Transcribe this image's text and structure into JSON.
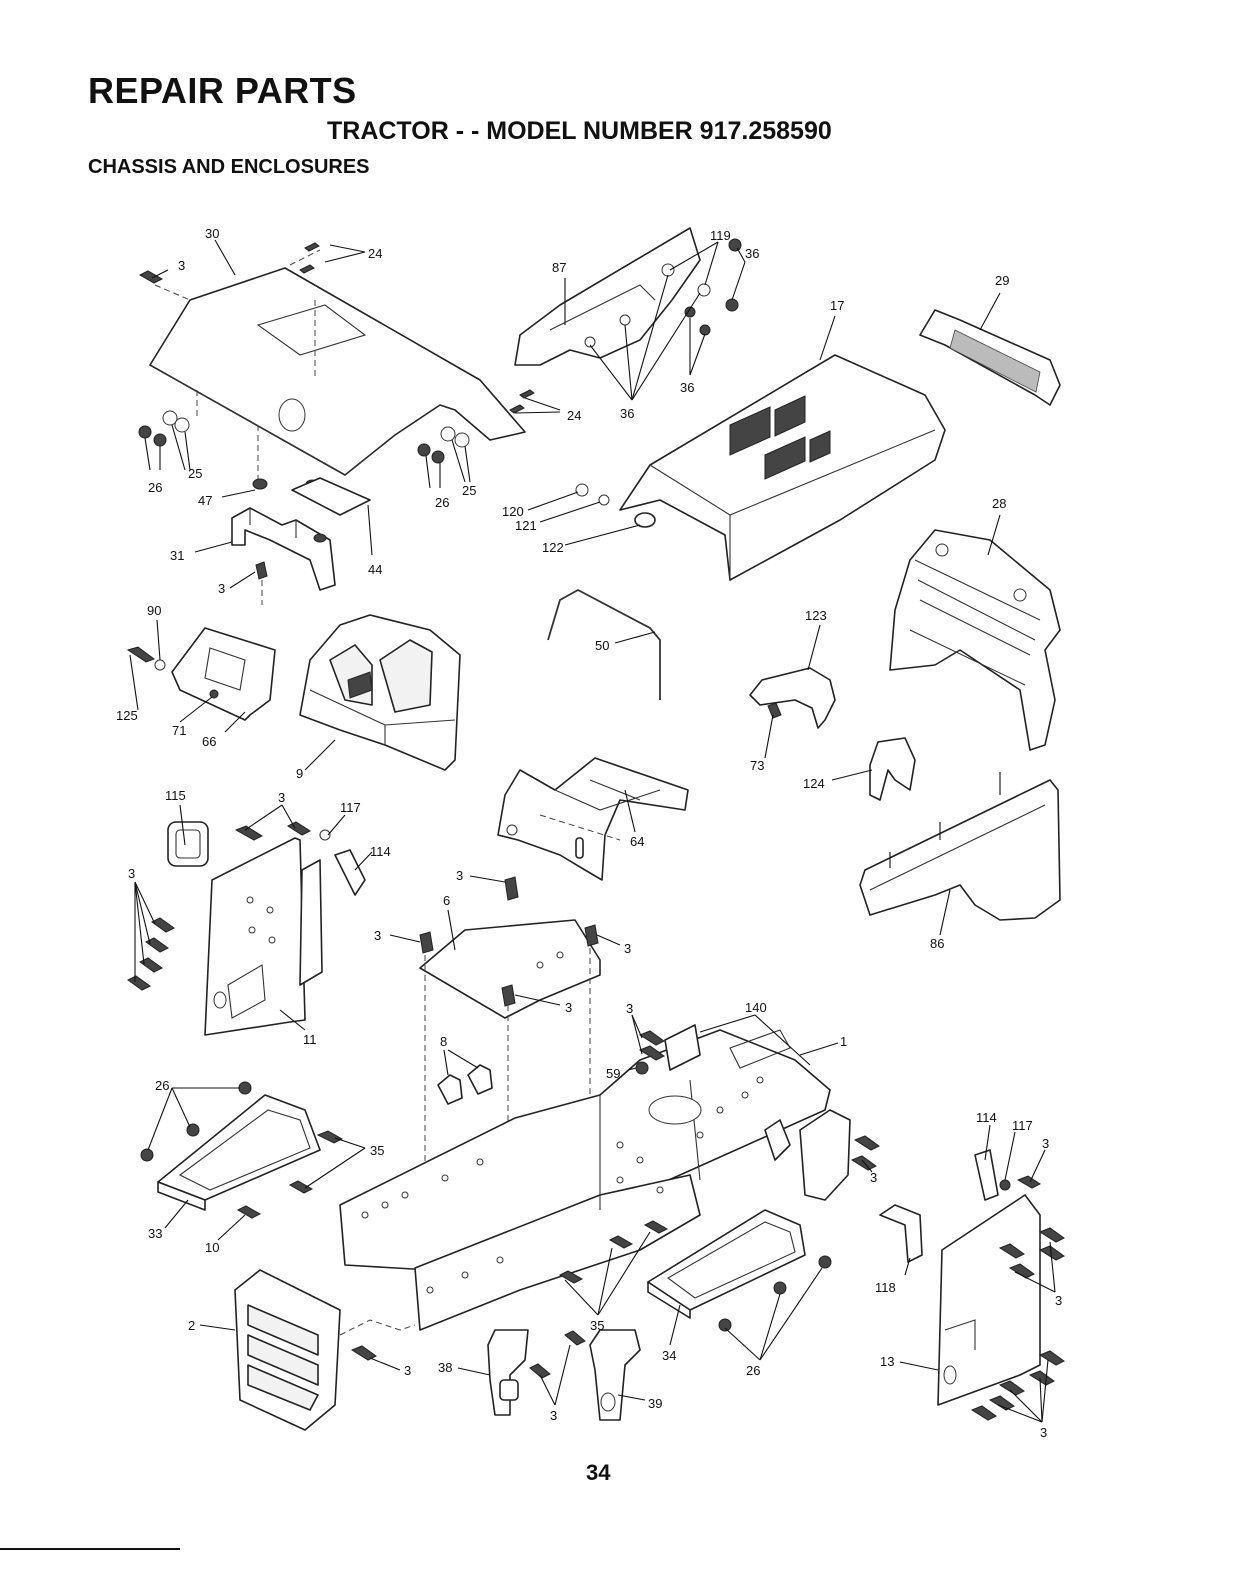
{
  "header": {
    "title": "REPAIR PARTS",
    "subtitle": "TRACTOR - - MODEL NUMBER 917.258590",
    "section": "CHASSIS AND ENCLOSURES"
  },
  "footer": {
    "page_number": "34"
  },
  "labels": {
    "l30": "30",
    "l24a": "24",
    "l3a": "3",
    "l25a": "25",
    "l26a": "26",
    "l47": "47",
    "l31": "31",
    "l3b": "3",
    "l44": "44",
    "l26b": "26",
    "l25b": "25",
    "l24b": "24",
    "l87": "87",
    "l119": "119",
    "l36a": "36",
    "l36b": "36",
    "l36c": "36",
    "l29": "29",
    "l17": "17",
    "l120": "120",
    "l121": "121",
    "l122": "122",
    "l28": "28",
    "l90": "90",
    "l125": "125",
    "l71": "71",
    "l66": "66",
    "l9": "9",
    "l50": "50",
    "l123": "123",
    "l73": "73",
    "l124": "124",
    "l64": "64",
    "l115": "115",
    "l3c": "3",
    "l117a": "117",
    "l114a": "114",
    "l3d": "3",
    "l11": "11",
    "l3e": "3",
    "l6": "6",
    "l3f": "3",
    "l3g": "3",
    "l3h": "3",
    "l86": "86",
    "l3i": "3",
    "l140": "140",
    "l1": "1",
    "l59": "59",
    "l8": "8",
    "l26c": "26",
    "l35a": "35",
    "l33": "33",
    "l10": "10",
    "l114b": "114",
    "l117b": "117",
    "l3j": "3",
    "l3k": "3",
    "l2": "2",
    "l3l": "3",
    "l38": "38",
    "l3m": "3",
    "l35b": "35",
    "l39": "39",
    "l34": "34",
    "l26d": "26",
    "l118": "118",
    "l3n": "3",
    "l13": "13",
    "l3o": "3"
  }
}
